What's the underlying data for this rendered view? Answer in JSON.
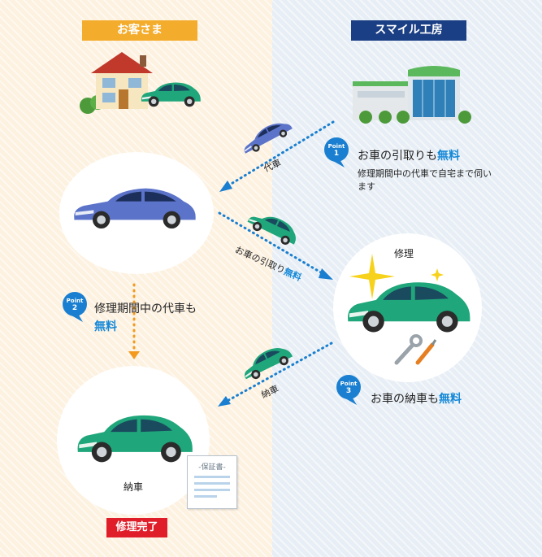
{
  "headers": {
    "customer": "お客さま",
    "shop": "スマイル工房"
  },
  "point1": {
    "badge_word": "Point",
    "badge_number": "1",
    "title_prefix": "お車の引取りも",
    "title_highlight": "無料",
    "description": "修理期間中の代車で自宅まで伺います"
  },
  "point2": {
    "badge_word": "Point",
    "badge_number": "2",
    "title_prefix": "修理期間中の代車も",
    "title_highlight": "無料"
  },
  "point3": {
    "badge_word": "Point",
    "badge_number": "3",
    "title_prefix": "お車の納車も",
    "title_highlight": "無料"
  },
  "arrows": {
    "loaner": "代車",
    "pickup_prefix": "お車の引取り",
    "pickup_highlight": "無料",
    "delivery": "納車"
  },
  "circles": {
    "repair": "修理",
    "delivered": "納車"
  },
  "warranty_doc": "-保証書-",
  "completion": "修理完了",
  "colors": {
    "customer_tag": "#f4ac2c",
    "shop_tag": "#1b3f84",
    "completion_tag": "#e01e2a",
    "point_badge": "#1a7fd0",
    "highlight_text": "#1689d8",
    "dotted_arrow_blue": "#1a7fd0",
    "dotted_arrow_orange": "#f39a1e",
    "customer_car": "#5b73c8",
    "repaired_car": "#1fa67a"
  }
}
